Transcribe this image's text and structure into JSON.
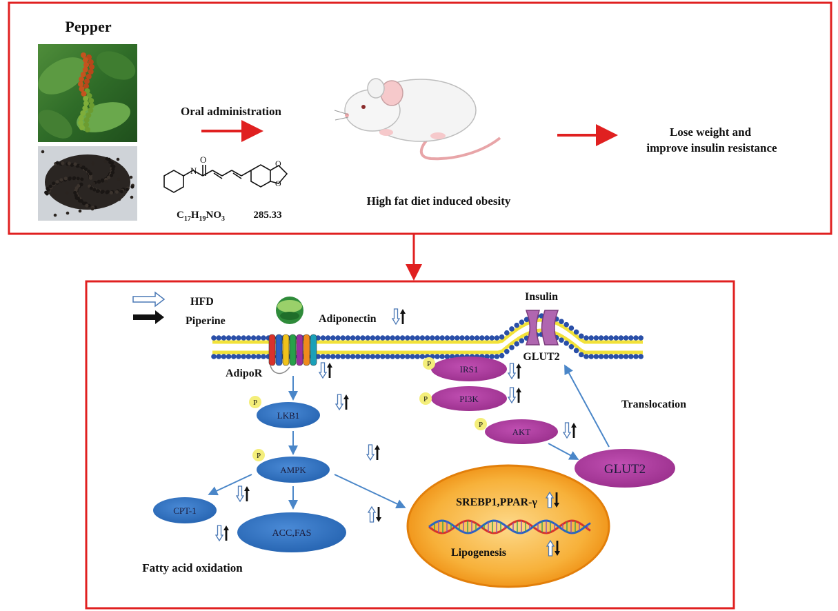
{
  "top_panel": {
    "pepper_title": "Pepper",
    "oral_label": "Oral administration",
    "formula_c": "C",
    "formula_c_sub": "17",
    "formula_h": "H",
    "formula_h_sub": "19",
    "formula_no": "NO",
    "formula_no_sub": "3",
    "molecular_weight": "285.33",
    "mouse_caption": "High fat diet induced obesity",
    "outcome_line1": "Lose weight and",
    "outcome_line2": "improve insulin resistance"
  },
  "legend": {
    "hfd_label": "HFD",
    "piperine_label": "Piperine"
  },
  "membrane": {
    "adiponectin_label": "Adiponectin",
    "adipor_label": "AdipoR",
    "insulin_label": "Insulin",
    "glut2_membrane_label": "GLUT2",
    "translocation_label": "Translocation"
  },
  "phospho_label": "P",
  "nodes": {
    "lkb1": "LKB1",
    "ampk": "AMPK",
    "cpt1": "CPT-1",
    "accfas": "ACC,FAS",
    "irs1": "IRS1",
    "pi3k": "PI3K",
    "akt": "AKT",
    "glut2": "GLUT2"
  },
  "nucleus": {
    "srebp_label": "SREBP1,PPAR-γ",
    "lipogenesis_label": "Lipogenesis"
  },
  "fatty_acid_label": "Fatty acid oxidation",
  "colors": {
    "frame_red": "#e02020",
    "blue_node": "#2e6fbf",
    "purple_node": "#a8389a",
    "arrow_blue": "#4a86c8",
    "nucleus_orange": "#f29a1a",
    "phospho_yellow": "#f4ee7a"
  }
}
